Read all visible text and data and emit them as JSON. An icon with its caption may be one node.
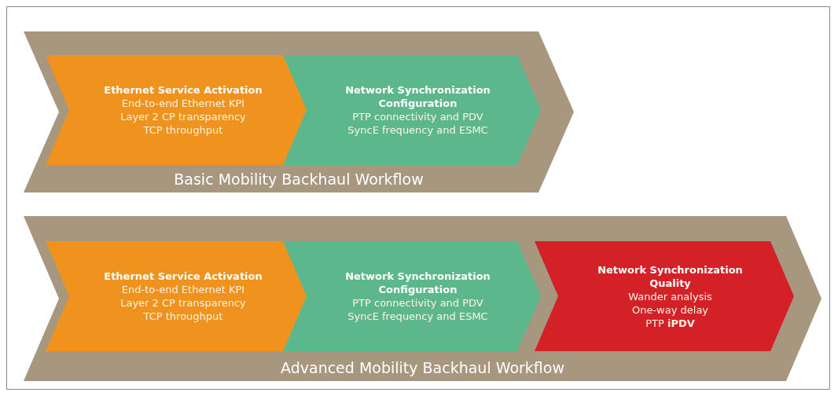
{
  "diagram": {
    "nodes": [
      {
        "text": [
          "Basic Mobility Backhaul Workflow"
        ]
      },
      {
        "text": [
          "Ethernet Service Activation",
          "End-to-end Ethernet KPI",
          "Layer 2 CP transparency",
          "TCP throughput"
        ],
        "in": 0
      },
      {
        "text": [
          "Network Synchronization Configuration",
          "PTP connectivity and PDV",
          "SyncE frequency and ESMC"
        ],
        "in": 0
      },
      {
        "text": [
          "Advanced Mobility Backhaul Workflow"
        ]
      },
      {
        "text": [
          "Ethernet Service Activation",
          "End-to-end Ethernet KPI",
          "Layer 2 CP transparency",
          "TCP throughput"
        ],
        "in": 3
      },
      {
        "text": [
          "Network Synchronization Configuration",
          "PTP connectivity and PDV",
          "SyncE frequency and ESMC"
        ],
        "in": 3
      },
      {
        "text": [
          "Network Synchronization Quality",
          "Wander analysis",
          "One-way delay",
          "PTP **iPDV**"
        ],
        "in": 3
      }
    ]
  }
}
